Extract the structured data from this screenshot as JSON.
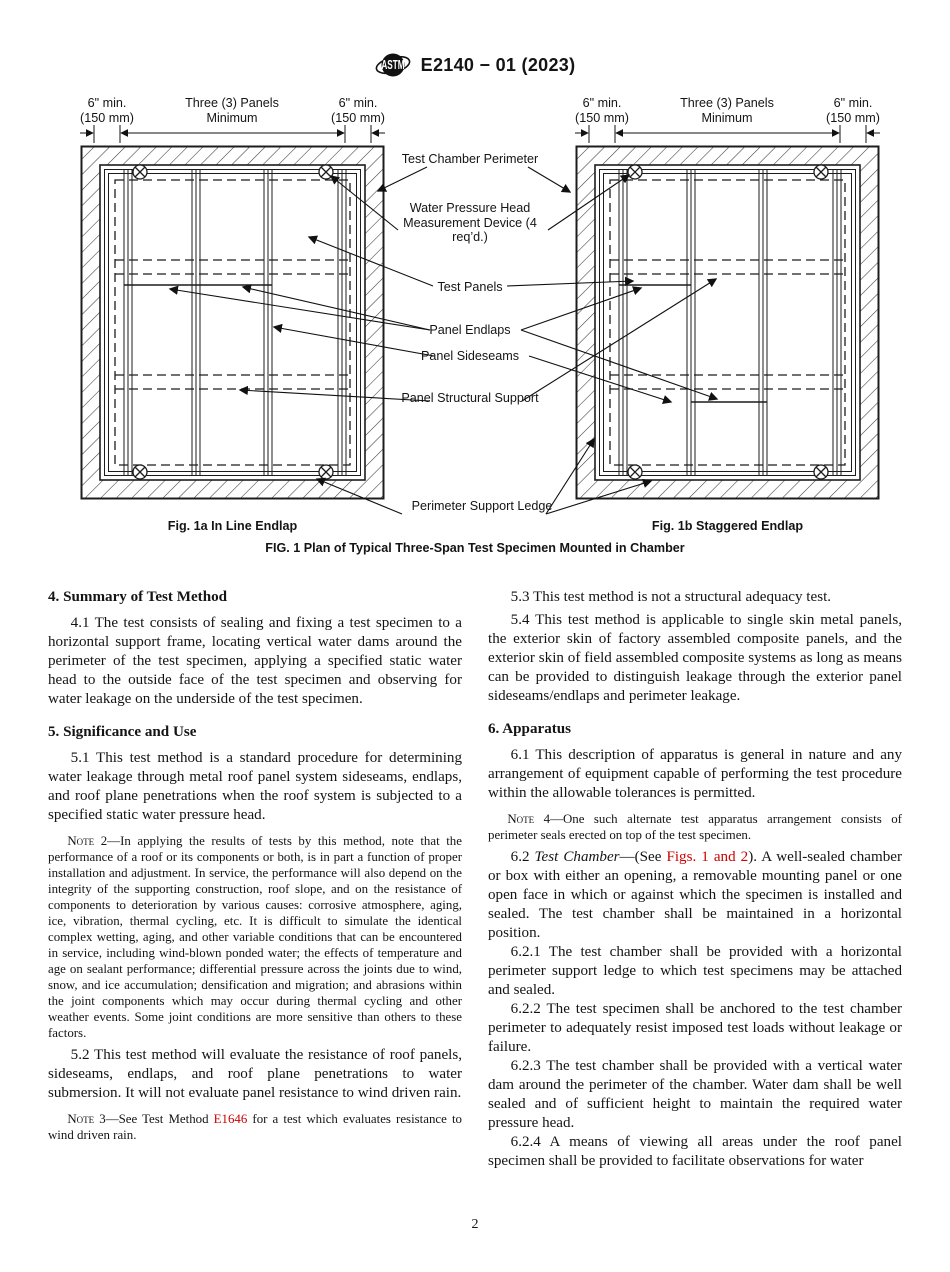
{
  "header": {
    "logo": "ASTM International logo",
    "doc_number": "E2140 − 01 (2023)"
  },
  "colors": {
    "link_red": "#cc0000",
    "ink": "#141414"
  },
  "figure": {
    "dims": {
      "left_line1": "6\" min.",
      "left_line2": "(150 mm)",
      "center_line1": "Three (3) Panels",
      "center_line2": "Minimum",
      "right_line1": "6\" min.",
      "right_line2": "(150 mm)"
    },
    "labels": {
      "test_chamber_perimeter": "Test Chamber Perimeter",
      "water_pressure": "Water Pressure Head Measurement Device (4 req’d.)",
      "test_panels": "Test Panels",
      "panel_endlaps": "Panel Endlaps",
      "panel_sideseams": "Panel Sideseams",
      "panel_structural_support": "Panel Structural Support",
      "perimeter_support_ledge": "Perimeter Support Ledge"
    },
    "captions": {
      "fig1a": "Fig. 1a In Line Endlap",
      "fig1b": "Fig. 1b Staggered Endlap",
      "main": "FIG. 1 Plan of Typical Three-Span Test Specimen Mounted in Chamber"
    }
  },
  "left": {
    "h4": "4.  Summary of Test Method",
    "p41": "4.1 The test consists of sealing and fixing a test specimen to a horizontal support frame, locating vertical water dams around the perimeter of the test specimen, applying a specified static water head to the outside face of the test specimen and observing for water leakage on the underside of the test specimen.",
    "h5": "5.  Significance and Use",
    "p51": "5.1 This test method is a standard procedure for determining water leakage through metal roof panel system sideseams, endlaps, and roof plane penetrations when the roof system is subjected to a specified static water pressure head.",
    "note2_label": "Note 2",
    "note2_text": "—In applying the results of tests by this method, note that the performance of a roof or its components or both, is in part a function of proper installation and adjustment. In service, the performance will also depend on the integrity of the supporting construction, roof slope, and on the resistance of components to deterioration by various causes: corrosive atmosphere, aging, ice, vibration, thermal cycling, etc. It is difficult to simulate the identical complex wetting, aging, and other variable conditions that can be encountered in service, including wind-blown ponded water; the effects of temperature and age on sealant performance; differential pressure across the joints due to wind, snow, and ice accumulation; densification and migration; and abrasions within the joint components which may occur during thermal cycling and other weather events. Some joint conditions are more sensitive than others to these factors.",
    "p52": "5.2 This test method will evaluate the resistance of roof panels, sideseams, endlaps, and roof plane penetrations to water submersion. It will not evaluate panel resistance to wind driven rain.",
    "note3_label": "Note 3",
    "note3_pre": "—See Test Method ",
    "note3_link": "E1646",
    "note3_post": " for a test which evaluates resistance to wind driven rain."
  },
  "right": {
    "p53": "5.3 This test method is not a structural adequacy test.",
    "p54": "5.4 This test method is applicable to single skin metal panels, the exterior skin of factory assembled composite panels, and the exterior skin of field assembled composite systems as long as means can be provided to distinguish leakage through the exterior panel sideseams/endlaps and perimeter leakage.",
    "h6": "6.  Apparatus",
    "p61": "6.1 This description of apparatus is general in nature and any arrangement of equipment capable of performing the test procedure within the allowable tolerances is permitted.",
    "note4_label": "Note 4",
    "note4_text": "—One such alternate test apparatus arrangement consists of perimeter seals erected on top of the test specimen.",
    "p62_num": "6.2 ",
    "p62_title": "Test Chamber",
    "p62_pre": "—(See ",
    "p62_link": "Figs. 1 and 2",
    "p62_post": "). A well-sealed chamber or box with either an opening, a removable mounting panel or one open face in which or against which the specimen is installed and sealed. The test chamber shall be maintained in a horizontal position.",
    "p621": "6.2.1 The test chamber shall be provided with a horizontal perimeter support ledge to which test specimens may be attached and sealed.",
    "p622": "6.2.2 The test specimen shall be anchored to the test chamber perimeter to adequately resist imposed test loads without leakage or failure.",
    "p623": "6.2.3 The test chamber shall be provided with a vertical water dam around the perimeter of the chamber. Water dam shall be well sealed and of sufficient height to maintain the required water pressure head.",
    "p624": "6.2.4 A means of viewing all areas under the roof panel specimen shall be provided to facilitate observations for water"
  },
  "footer": {
    "page_number": "2"
  }
}
